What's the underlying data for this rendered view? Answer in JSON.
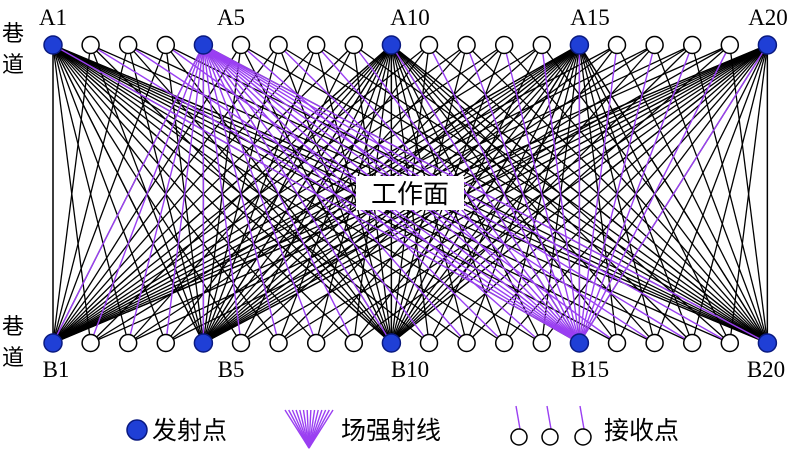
{
  "colors": {
    "transmitter_fill": "#1f3fd6",
    "transmitter_stroke": "#0a1a80",
    "black_ray": "#000000",
    "field_ray": "#9a3ff2",
    "receiver_stroke": "#000000",
    "background": "#ffffff"
  },
  "top_row": {
    "side_label": "巷道",
    "labels": [
      "A1",
      "A5",
      "A10",
      "A15",
      "A20"
    ]
  },
  "bottom_row": {
    "side_label": "巷道",
    "labels": [
      "B1",
      "B5",
      "B10",
      "B15",
      "B20"
    ]
  },
  "center_label": "工作面",
  "legend": {
    "transmitter": "发射点",
    "field_rays": "场强射线",
    "receiver": "接收点"
  }
}
